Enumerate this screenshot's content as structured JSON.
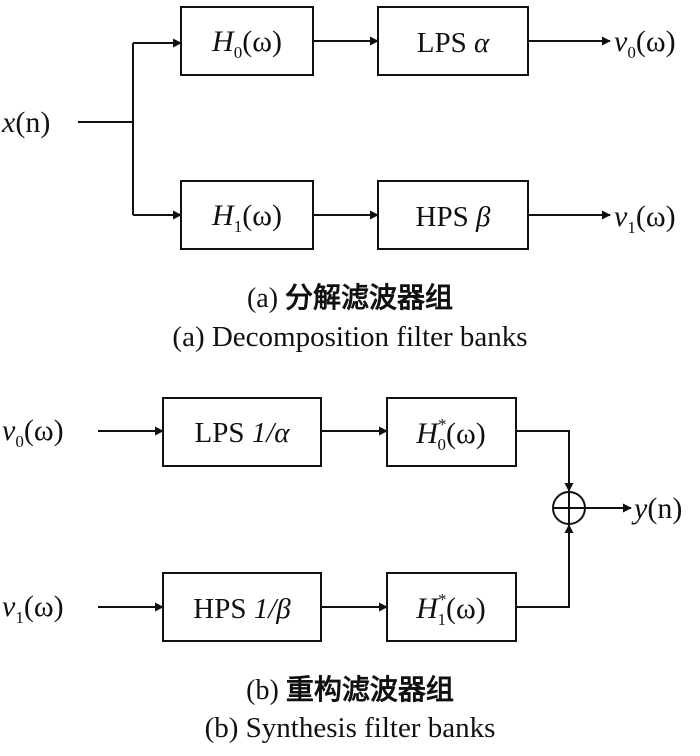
{
  "decomposition": {
    "input": {
      "base": "x",
      "arg": "(n)"
    },
    "h0": {
      "base": "H",
      "sub": "0",
      "sup": "",
      "arg": "(ω)"
    },
    "h1": {
      "base": "H",
      "sub": "1",
      "sup": "",
      "arg": "(ω)"
    },
    "lps": {
      "prefix": "LPS ",
      "value": "α"
    },
    "hps": {
      "prefix": "HPS ",
      "value": "β"
    },
    "out0": {
      "base": "v",
      "sub": "0",
      "arg": "(ω)"
    },
    "out1": {
      "base": "v",
      "sub": "1",
      "arg": "(ω)"
    },
    "caption_num": "(a)",
    "caption_cn": "分解滤波器组",
    "caption_en": "(a) Decomposition filter banks"
  },
  "synthesis": {
    "in0": {
      "base": "v",
      "sub": "0",
      "arg": "(ω)"
    },
    "in1": {
      "base": "v",
      "sub": "1",
      "arg": "(ω)"
    },
    "lps": {
      "prefix": "LPS ",
      "value": "1/α"
    },
    "hps": {
      "prefix": "HPS ",
      "value": "1/β"
    },
    "h0c": {
      "base": "H",
      "sub": "0",
      "sup": "*",
      "arg": "(ω)"
    },
    "h1c": {
      "base": "H",
      "sub": "1",
      "sup": "*",
      "arg": "(ω)"
    },
    "output": {
      "base": "y",
      "arg": "(n)"
    },
    "caption_num": "(b)",
    "caption_cn": "重构滤波器组",
    "caption_en": "(b) Synthesis filter banks"
  }
}
